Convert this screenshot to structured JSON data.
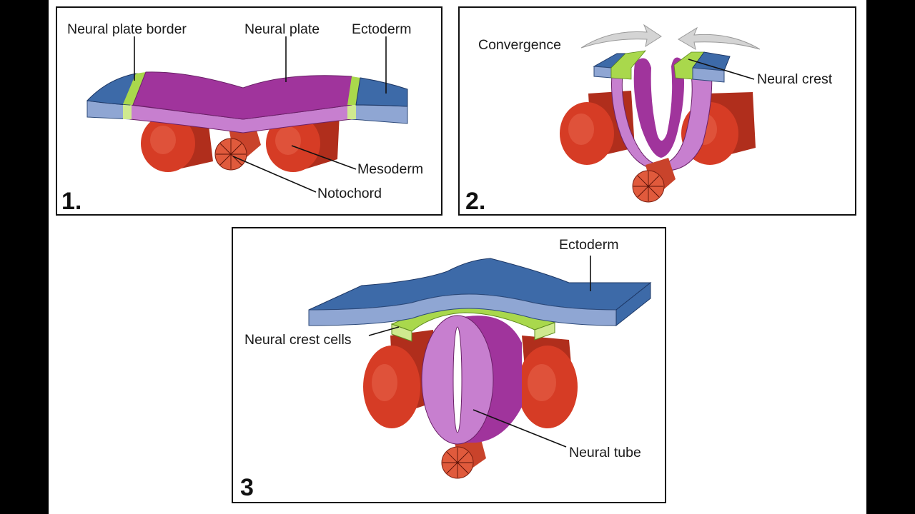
{
  "panel1": {
    "number": "1.",
    "labels": {
      "neural_plate_border": "Neural plate border",
      "neural_plate": "Neural plate",
      "ectoderm": "Ectoderm",
      "mesoderm": "Mesoderm",
      "notochord": "Notochord"
    }
  },
  "panel2": {
    "number": "2.",
    "labels": {
      "convergence": "Convergence",
      "neural_crest": "Neural crest"
    }
  },
  "panel3": {
    "number": "3",
    "labels": {
      "ectoderm": "Ectoderm",
      "neural_crest_cells": "Neural crest cells",
      "neural_tube": "Neural tube"
    }
  },
  "colors": {
    "ectoderm_top": "#3d6aa8",
    "ectoderm_side": "#8fa6d3",
    "neural_plate_top": "#a0349c",
    "neural_plate_side": "#c77fcf",
    "neural_crest": "#a9d84c",
    "neural_crest_side": "#cfe98f",
    "mesoderm": "#d63c25",
    "notochord": "#e05a3c",
    "arrow": "#c9c9c9"
  }
}
